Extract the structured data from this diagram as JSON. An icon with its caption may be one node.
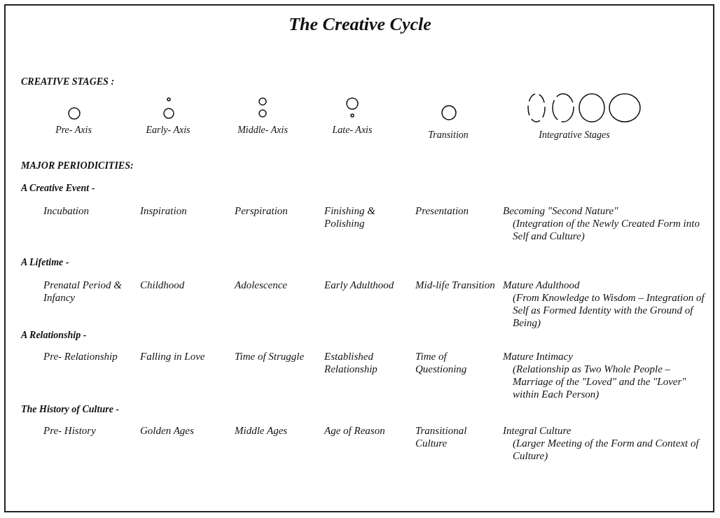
{
  "diagram": {
    "title": "The Creative Cycle",
    "labels": [
      "CREATIVE STAGES :",
      "Pre- Axis",
      "Early- Axis",
      "Middle- Axis",
      "Late- Axis",
      "Transition",
      "Integrative Stages",
      "MAJOR PERIODICITIES:",
      "A Creative Event -",
      "Incubation",
      "Inspiration",
      "Perspiration",
      "Finishing & Polishing",
      "Presentation",
      "Becoming \"Second Nature\"",
      "(Integration of the Newly Created Form into Self and Culture)",
      "A Lifetime -",
      "Prenatal Period & Infancy",
      "Childhood",
      "Adolescence",
      "Early Adulthood",
      "Mid-life Transition",
      "Mature Adulthood",
      "(From Knowledge to Wisdom – Integration of Self as Formed Identity with the Ground of Being)",
      "A Relationship -",
      "Pre- Relationship",
      "Falling in Love",
      "Time of Struggle",
      "Established Relationship",
      "Time of Questioning",
      "Mature Intimacy",
      "(Relationship as Two Whole People – Marriage of the \"Loved\" and the \"Lover\" within Each Person)",
      "The History of Culture -",
      "Pre- History",
      "Golden Ages",
      "Middle Ages",
      "Age of Reason",
      "Transitional Culture",
      "Integral Culture",
      "(Larger Meeting of the Form and Context of Culture)"
    ]
  }
}
